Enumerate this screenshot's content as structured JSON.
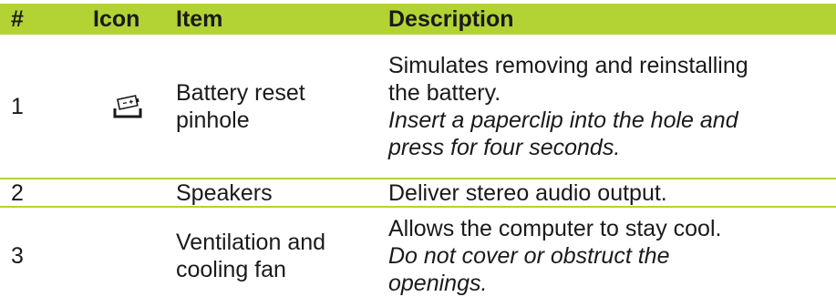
{
  "table": {
    "header": {
      "num": "#",
      "icon": "Icon",
      "item": "Item",
      "description": "Description"
    },
    "rows": [
      {
        "num": "1",
        "icon": "battery-reset-icon",
        "item_lines": [
          "Battery reset",
          "pinhole"
        ],
        "desc_normal": [
          "Simulates removing and reinstalling",
          "the battery."
        ],
        "desc_italic": [
          "Insert a paperclip into the hole and",
          "press for four seconds."
        ]
      },
      {
        "num": "2",
        "item_lines": [
          "Speakers"
        ],
        "desc_normal": [
          "Deliver stereo audio output."
        ]
      },
      {
        "num": "3",
        "item_lines": [
          "Ventilation and",
          "cooling fan"
        ],
        "desc_normal": [
          "Allows the computer to stay cool."
        ],
        "desc_italic": [
          "Do not cover or obstruct the",
          "openings."
        ]
      }
    ],
    "colors": {
      "header_bg": "#b3d335",
      "separator": "#b3d335",
      "text": "#1a1a1a"
    }
  }
}
